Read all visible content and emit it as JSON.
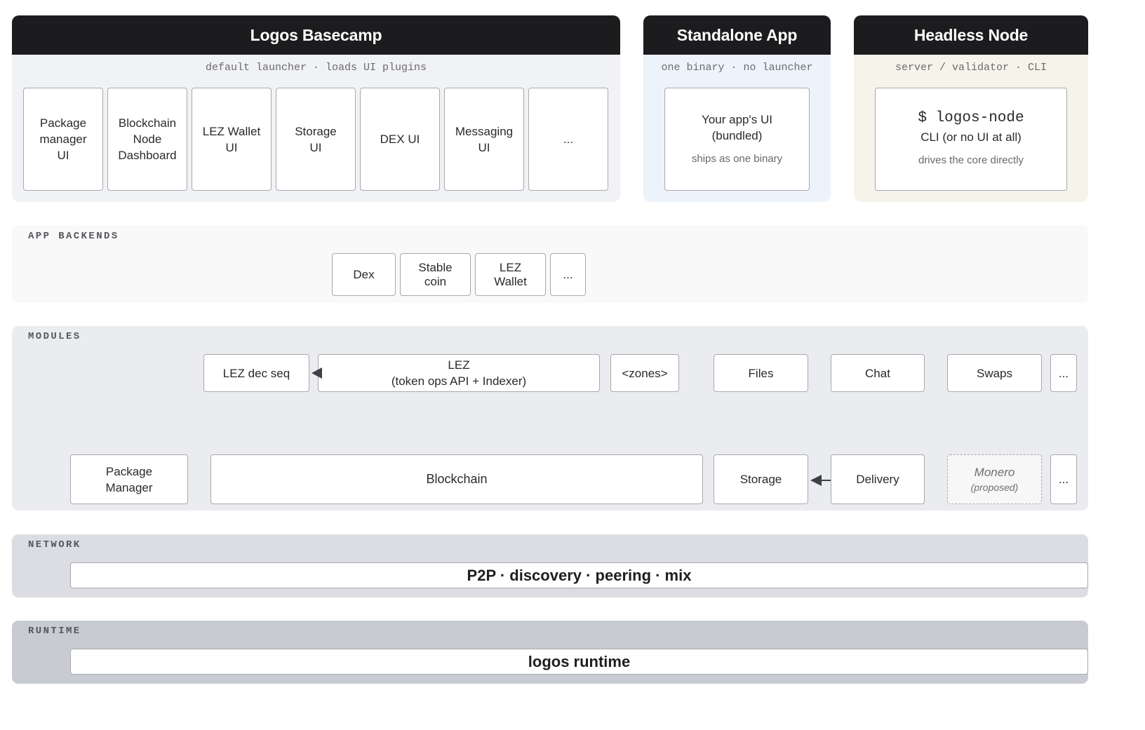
{
  "basecamp": {
    "title": "Logos Basecamp",
    "subtitle": "default launcher · loads UI plugins",
    "plugins": [
      {
        "lines": [
          "Package",
          "manager",
          "UI"
        ]
      },
      {
        "lines": [
          "Blockchain",
          "Node",
          "Dashboard"
        ]
      },
      {
        "lines": [
          "LEZ Wallet",
          "UI"
        ]
      },
      {
        "lines": [
          "Storage",
          "UI"
        ]
      },
      {
        "lines": [
          "DEX UI"
        ]
      },
      {
        "lines": [
          "Messaging",
          "UI"
        ]
      },
      {
        "lines": [
          "..."
        ]
      }
    ]
  },
  "standalone": {
    "title": "Standalone App",
    "subtitle": "one binary · no launcher",
    "card_line1": "Your app's UI",
    "card_line2": "(bundled)",
    "card_note": "ships as one binary"
  },
  "headless": {
    "title": "Headless Node",
    "subtitle": "server / validator · CLI",
    "command": "$ logos-node",
    "card_line": "CLI (or no UI at all)",
    "card_note": "drives the core directly"
  },
  "app_backends": {
    "label": "APP BACKENDS",
    "items": [
      {
        "lines": [
          "Dex"
        ]
      },
      {
        "lines": [
          "Stable",
          "coin"
        ]
      },
      {
        "lines": [
          "LEZ",
          "Wallet"
        ]
      },
      {
        "lines": [
          "..."
        ]
      }
    ]
  },
  "modules": {
    "label": "MODULES",
    "upper": {
      "lez_dec_seq": "LEZ dec seq",
      "lez_line1": "LEZ",
      "lez_line2": "(token ops API + Indexer)",
      "zones": "<zones>",
      "files": "Files",
      "chat": "Chat",
      "swaps": "Swaps",
      "more": "..."
    },
    "lower": {
      "package_manager_line1": "Package",
      "package_manager_line2": "Manager",
      "blockchain": "Blockchain",
      "storage": "Storage",
      "delivery": "Delivery",
      "monero": "Monero",
      "monero_note": "(proposed)",
      "more": "..."
    }
  },
  "network": {
    "label": "NETWORK",
    "content": "P2P · discovery · peering · mix"
  },
  "runtime": {
    "label": "RUNTIME",
    "content": "logos runtime"
  },
  "colors": {
    "header_bg": "#1c1c1e",
    "basecamp_bg": "#f1f2f5",
    "standalone_bg": "#edf3fb",
    "headless_bg": "#f6f3ea",
    "app_backends_bg": "#f9f9fa",
    "modules_bg": "#ebecf0",
    "network_bg": "#dcdde2",
    "runtime_bg": "#c9cbd2"
  }
}
